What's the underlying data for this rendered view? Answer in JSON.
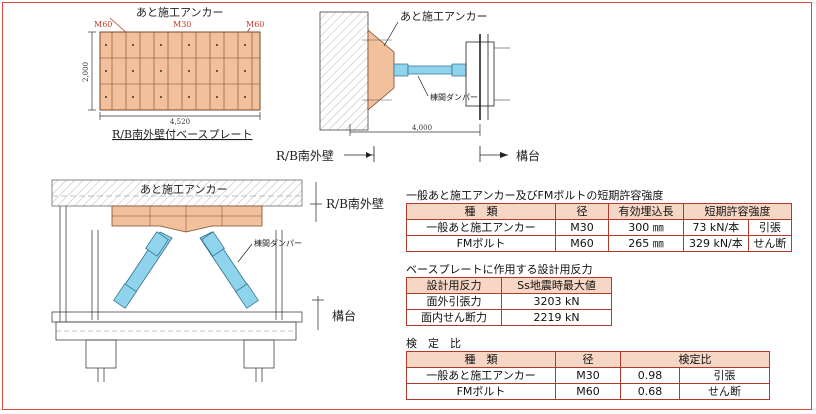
{
  "drawing": {
    "plate_top": {
      "anchor_label": "あと施工アンカー",
      "m60_left": "M60",
      "m30": "M30",
      "m60_right": "M60",
      "dim_height": "2,000",
      "dim_width": "4,520",
      "caption": "R/B南外壁付ベースプレート"
    },
    "side_view": {
      "anchor_label": "あと施工アンカー",
      "damper_label": "棟間ダンパー",
      "dim_width": "4,000"
    },
    "section_marks": {
      "left": "R/B南外壁",
      "right": "構台"
    },
    "elevation": {
      "anchor_label": "あと施工アンカー",
      "damper_label": "棟間ダンパー",
      "wall_label": "R/B南外壁",
      "frame_label": "構台"
    }
  },
  "table1": {
    "title": "一般あと施工アンカー及びFMボルトの短期許容強度",
    "headers": [
      "種　類",
      "径",
      "有効埋込長",
      "短期許容強度"
    ],
    "rows": [
      [
        "一般あと施工アンカー",
        "M30",
        "300 ㎜",
        "73 kN/本",
        "引張"
      ],
      [
        "FMボルト",
        "M60",
        "265 ㎜",
        "329 kN/本",
        "せん断"
      ]
    ]
  },
  "table2": {
    "title": "ベースプレートに作用する設計用反力",
    "headers": [
      "設計用反力",
      "Ss地震時最大値"
    ],
    "rows": [
      [
        "面外引張力",
        "3203 kN"
      ],
      [
        "面内せん断力",
        "2219 kN"
      ]
    ]
  },
  "table3": {
    "title": "検　定　比",
    "headers": [
      "種　類",
      "径",
      "検定比"
    ],
    "rows": [
      [
        "一般あと施工アンカー",
        "M30",
        "0.98",
        "引張"
      ],
      [
        "FMボルト",
        "M60",
        "0.68",
        "せん断"
      ]
    ]
  }
}
